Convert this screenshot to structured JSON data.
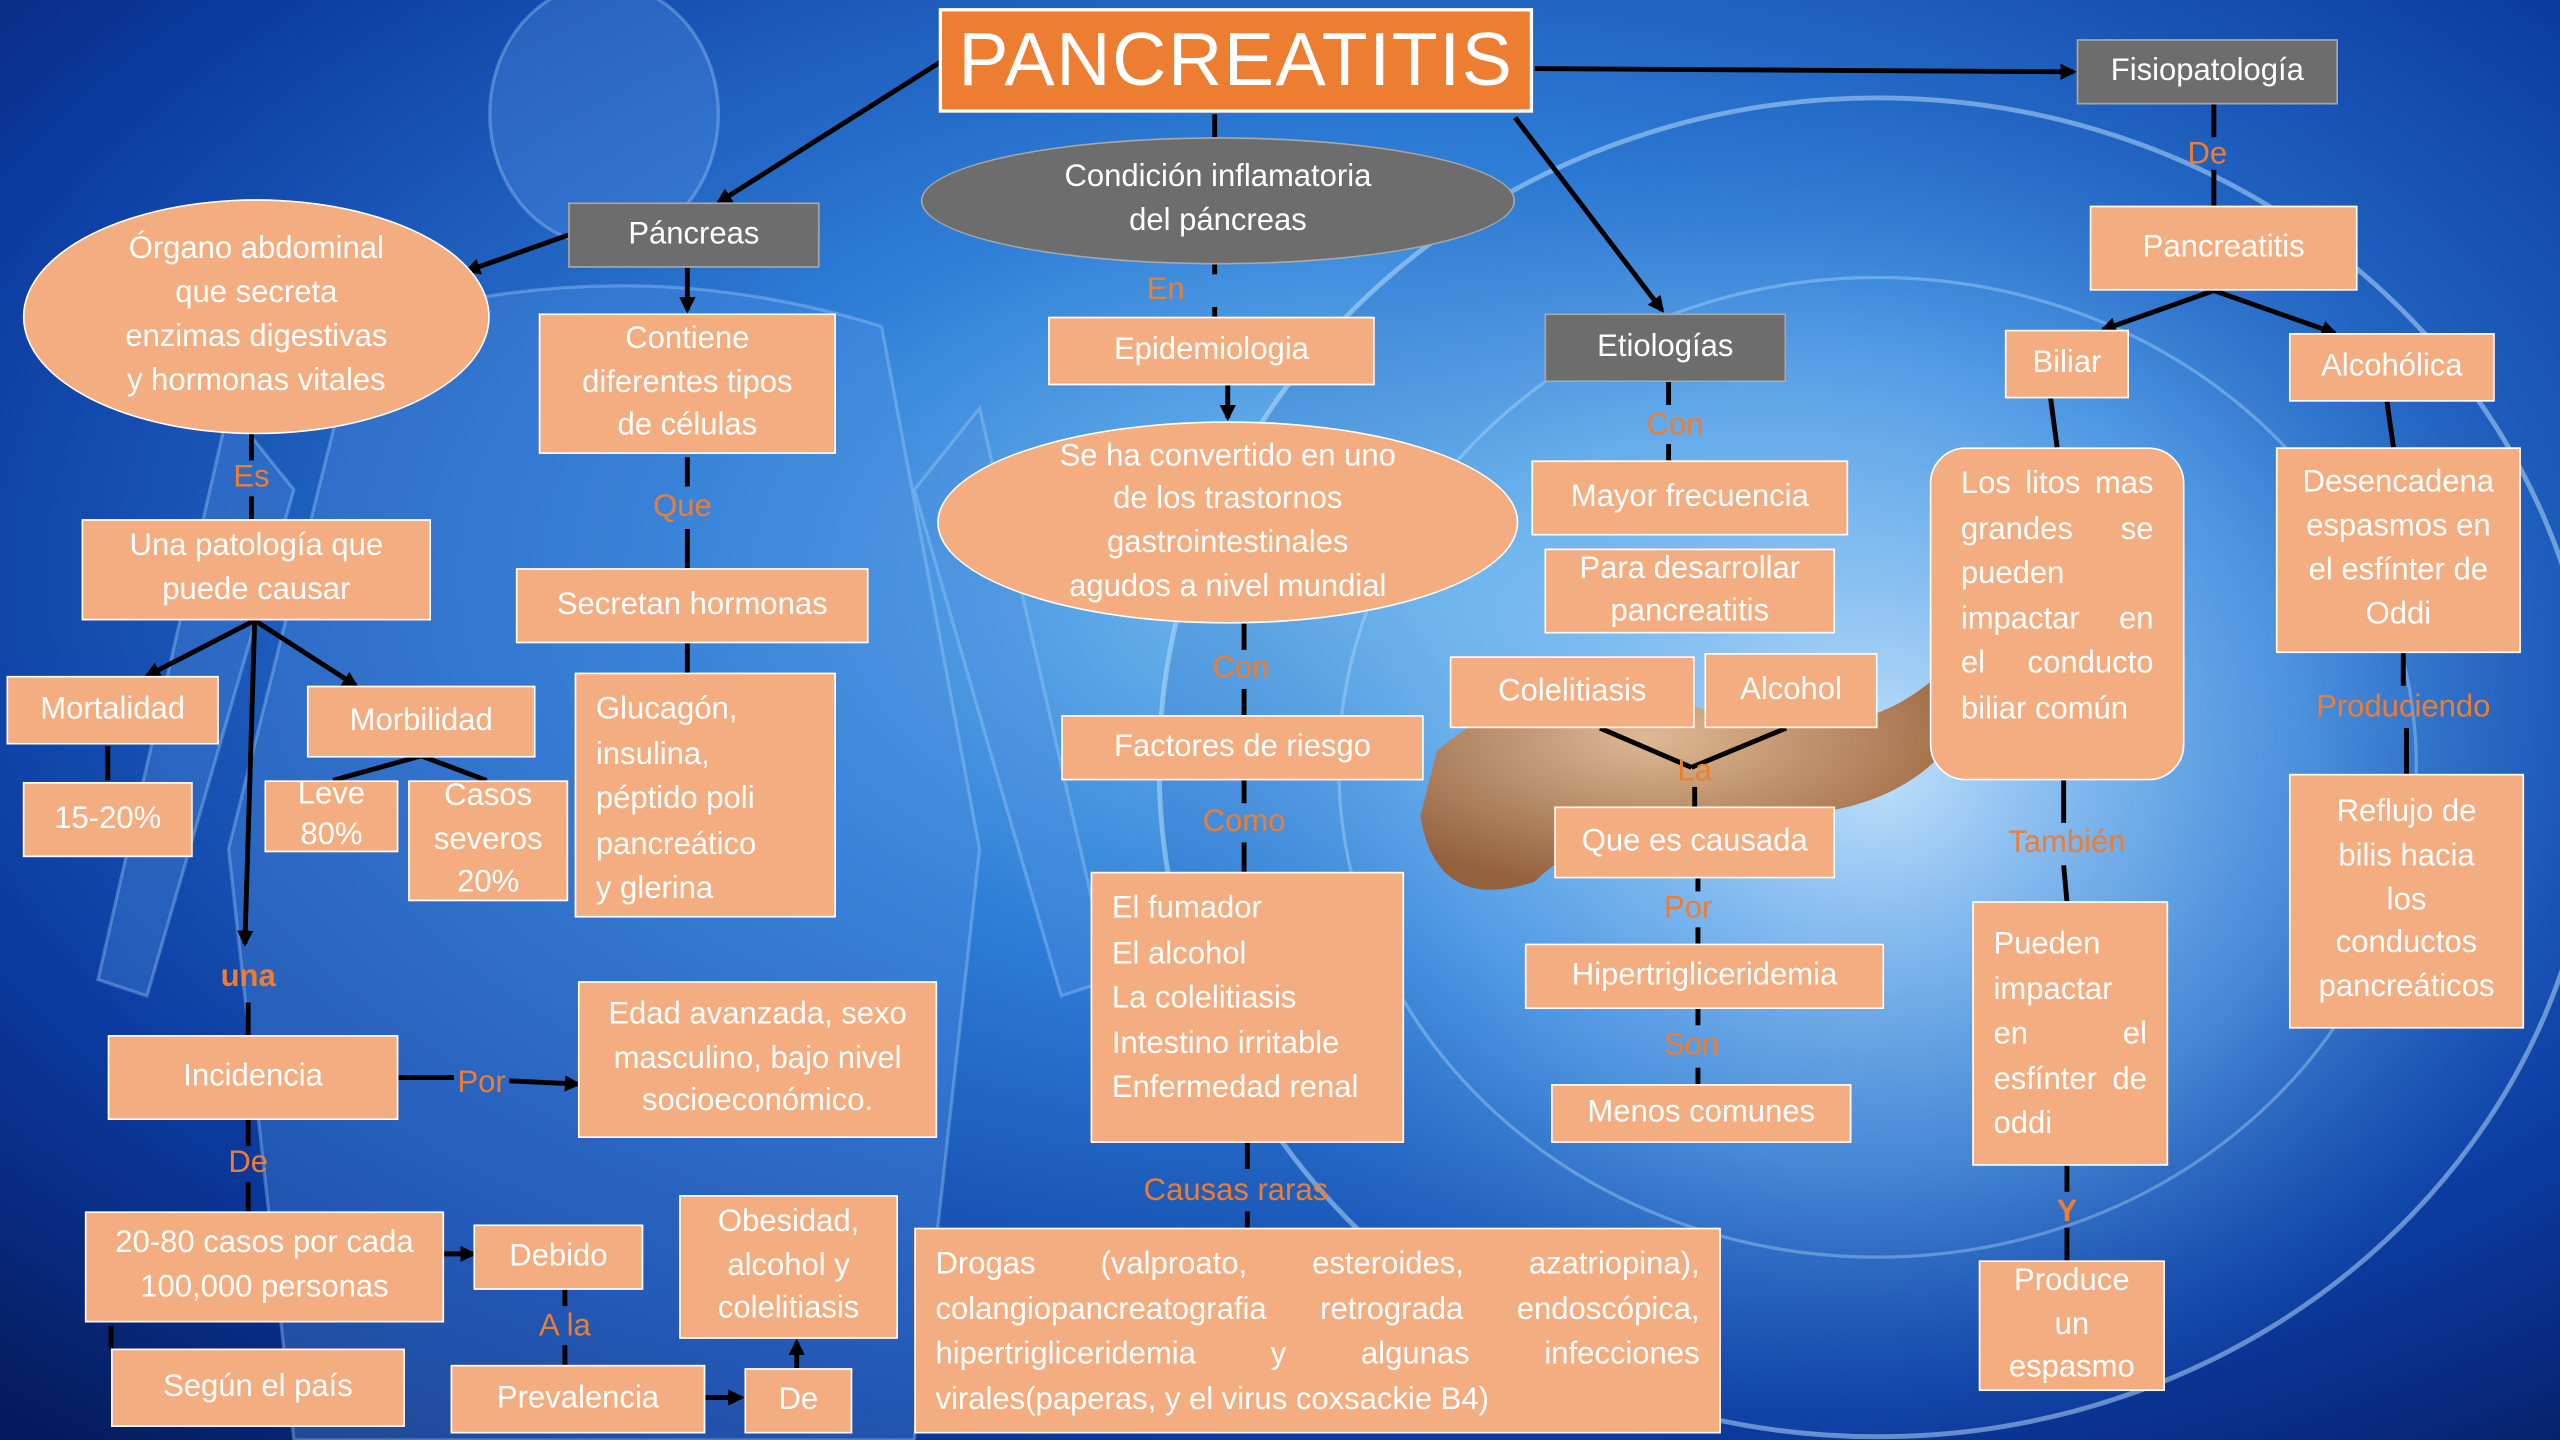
{
  "title": "PANCREATITIS",
  "nodes": {
    "pancreas": "Páncreas",
    "organ_def": "Órgano abdominal\nque secreta\nenzimas digestivas\ny hormonas vitales",
    "pathology": "Una patología que\npuede causar",
    "mortality": "Mortalidad",
    "mortality_value": "15-20%",
    "morbidity": "Morbilidad",
    "mild": "Leve\n80%",
    "severe": "Casos\nseveros\n20%",
    "incidence": "Incidencia",
    "risk_group": "Edad avanzada, sexo\nmasculino, bajo nivel\nsocioeconómico.",
    "cases": "20-80 casos por cada\n100,000 personas",
    "by_country": "Según el país",
    "due": "Debido",
    "prevalence": "Prevalencia",
    "of_box": "De",
    "obesity": "Obesidad,\nalcohol y\ncolelitiasis",
    "cells": "Contiene\ndiferentes tipos\nde células",
    "hormones": "Secretan hormonas",
    "hormone_list": "Glucagón,\ninsulina,\npéptido poli\npancreático\n y glerina",
    "condition": "Condición inflamatoria\ndel páncreas",
    "epidemiology": "Epidemiologia",
    "global": "Se ha convertido en uno\nde los trastornos\ngastrointestinales\nagudos a nivel mundial",
    "risk_factors": "Factores de riesgo",
    "risk_list": "El fumador\nEl alcohol\nLa colelitiasis\nIntestino irritable\nEnfermedad renal",
    "rare_causes": "Drogas (valproato, esteroides, azatriopina), colangiopancreatografia retrograda endoscópica, hipertrigliceridemia y algunas infecciones virales(paperas, y el virus coxsackie B4)",
    "etiologies": "Etiologías",
    "more_frequent": "Mayor frecuencia",
    "to_develop": "Para desarrollar\npancreatitis",
    "cholelithiasis": "Colelitiasis",
    "alcohol": "Alcohol",
    "caused": "Que es causada",
    "hypertrig": "Hipertrigliceridemia",
    "less_common": "Menos comunes",
    "physiopathology": "Fisiopatología",
    "pancreatitis": "Pancreatitis",
    "biliary": "Biliar",
    "alcoholic": "Alcohólica",
    "big_stones": "Los litos mas grandes se pueden impactar en el conducto biliar común",
    "sphincter_impact": "Pueden impactar en el esfínter de oddi",
    "spasm": "Produce\nun\nespasmo",
    "oddi_spasm": "Desencadena\nespasmos en\nel esfínter de\nOddi",
    "reflux": "Reflujo de\nbilis hacia\nlos\nconductos\npancreáticos"
  },
  "labels": {
    "es": "Es",
    "una": "una",
    "por1": "Por",
    "de1": "De",
    "a_la": "A la",
    "que": "Que",
    "en": "En",
    "con1": "Con",
    "como": "Como",
    "causas_raras": "Causas raras",
    "con2": "Con",
    "la": "La",
    "por2": "Por",
    "son": "Son",
    "de2": "De",
    "tambien": "También",
    "y": "Y",
    "produciendo": "Produciendo"
  },
  "colors": {
    "node_fill": "#f3ad80",
    "title_fill": "#ed7d31",
    "gray_fill": "#6d6d6d",
    "label_color": "#ed7d31",
    "line_color": "#000000"
  }
}
